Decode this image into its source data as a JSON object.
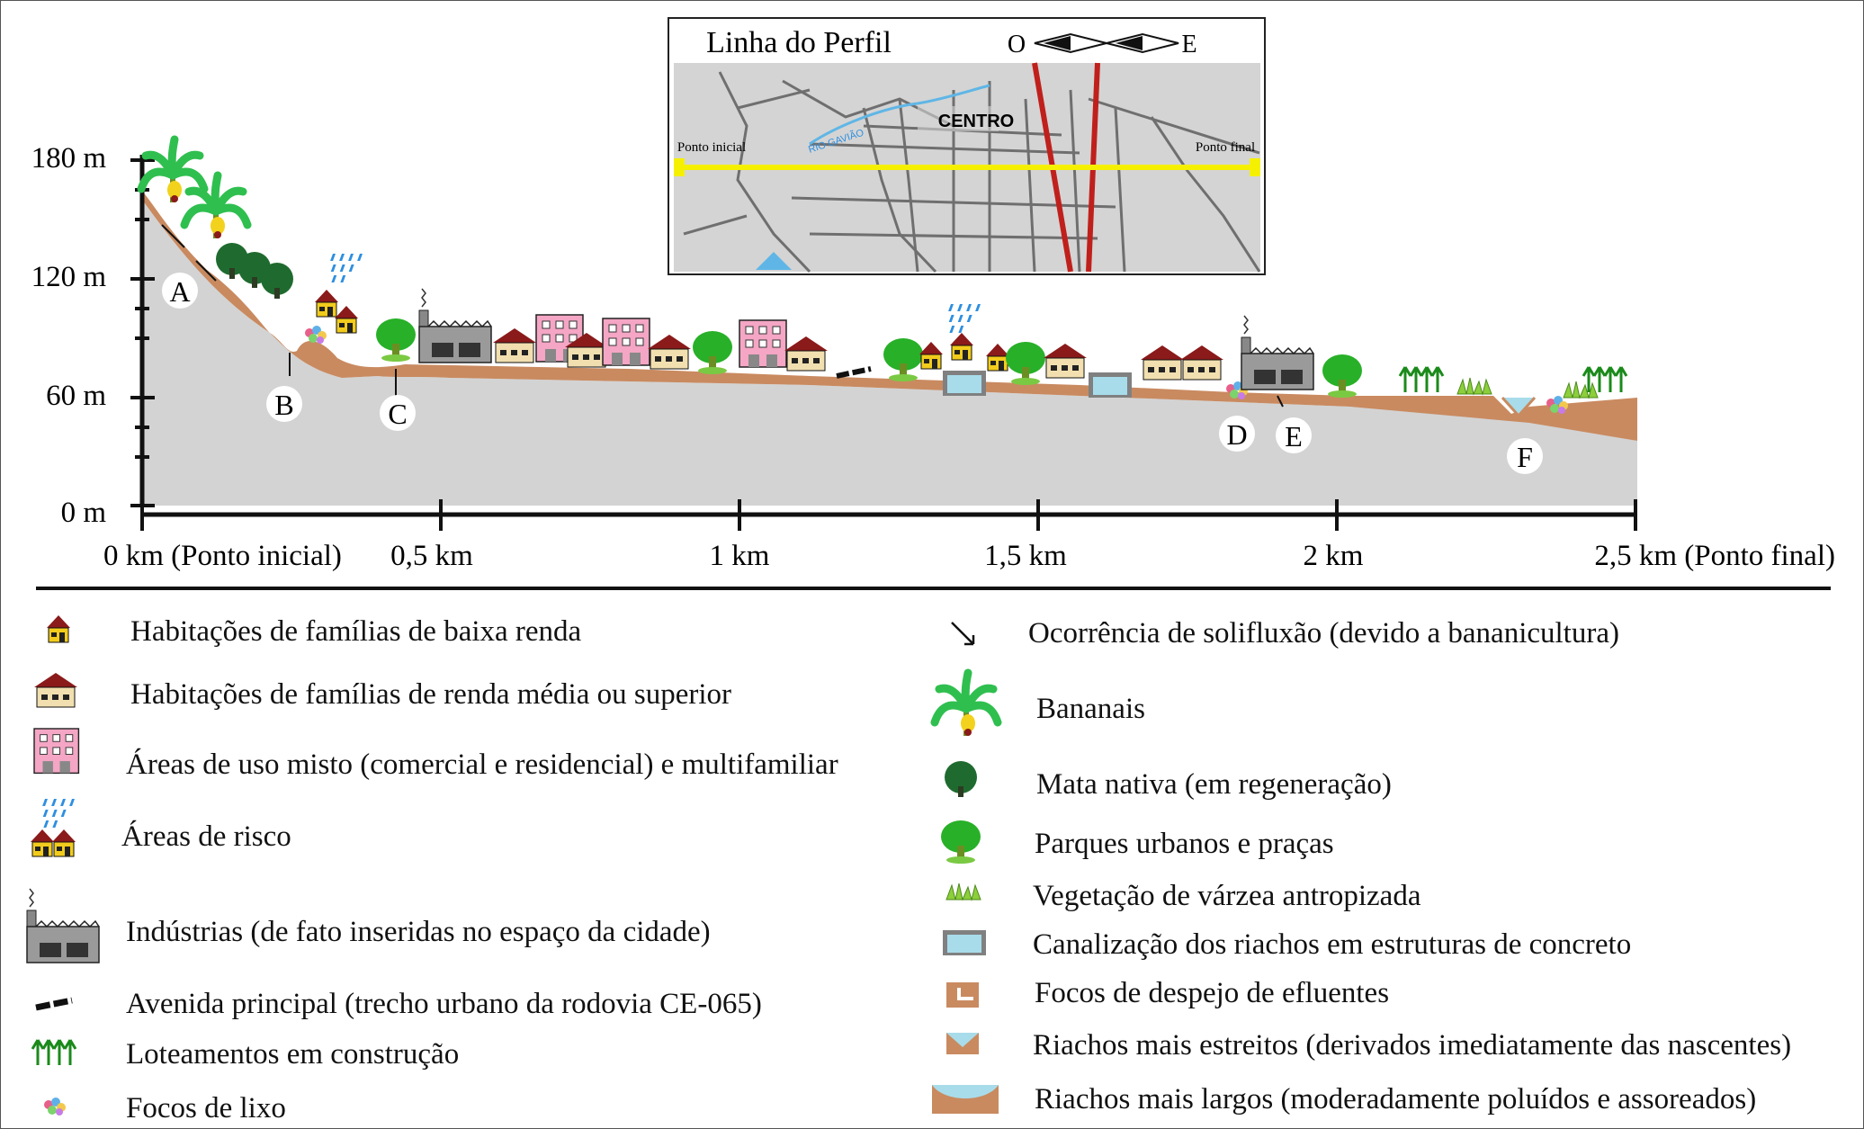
{
  "inset_map": {
    "title": "Linha do Perfil",
    "compass_west": "O",
    "compass_east": "E",
    "center_label": "CENTRO",
    "river_label": "RIO GAVIÃO",
    "start_label": "Ponto inicial",
    "end_label": "Ponto final"
  },
  "profile": {
    "y_axis": {
      "ticks": [
        {
          "label": "180 m",
          "value": 180
        },
        {
          "label": "120 m",
          "value": 120
        },
        {
          "label": "60 m",
          "value": 60
        },
        {
          "label": "0 m",
          "value": 0
        }
      ]
    },
    "x_axis": {
      "ticks": [
        {
          "label": "0 km (Ponto inicial)",
          "value": 0
        },
        {
          "label": "0,5 km",
          "value": 0.5
        },
        {
          "label": "1 km",
          "value": 1
        },
        {
          "label": "1,5 km",
          "value": 1.5
        },
        {
          "label": "2 km",
          "value": 2
        },
        {
          "label": "2,5 km (Ponto final)",
          "value": 2.5
        }
      ]
    },
    "points": [
      "A",
      "B",
      "C",
      "D",
      "E",
      "F"
    ]
  },
  "legend": {
    "left": [
      {
        "label": "Habitações de famílias de baixa renda",
        "icon": "low-income-house-icon"
      },
      {
        "label": "Habitações de famílias de renda média ou superior",
        "icon": "middle-income-house-icon"
      },
      {
        "label": "Áreas de uso misto (comercial e residencial) e multifamiliar",
        "icon": "mixed-use-building-icon"
      },
      {
        "label": "Áreas de risco",
        "icon": "risk-area-icon"
      },
      {
        "label": "Indústrias (de fato inseridas no espaço da cidade)",
        "icon": "factory-icon"
      },
      {
        "label": "Avenida principal (trecho urbano da rodovia CE-065)",
        "icon": "road-icon"
      },
      {
        "label": "Loteamentos em construção",
        "icon": "allotment-icon"
      },
      {
        "label": "Focos de lixo",
        "icon": "garbage-icon"
      }
    ],
    "right": [
      {
        "label": "Ocorrência de solifluxão (devido a bananicultura)",
        "icon": "solifluction-arrow-icon"
      },
      {
        "label": "Bananais",
        "icon": "banana-tree-icon"
      },
      {
        "label": "Mata nativa (em regeneração)",
        "icon": "native-forest-icon"
      },
      {
        "label": "Parques urbanos e praças",
        "icon": "park-tree-icon"
      },
      {
        "label": "Vegetação de várzea antropizada",
        "icon": "floodplain-vegetation-icon"
      },
      {
        "label": "Canalização dos riachos em estruturas de concreto",
        "icon": "concrete-channel-icon"
      },
      {
        "label": "Focos de despejo de efluentes",
        "icon": "effluent-icon"
      },
      {
        "label": "Riachos mais estreitos (derivados imediatamente das nascentes)",
        "icon": "narrow-stream-icon"
      },
      {
        "label": "Riachos mais largos (moderadamente poluídos e assoreados)",
        "icon": "wide-stream-icon"
      }
    ]
  }
}
